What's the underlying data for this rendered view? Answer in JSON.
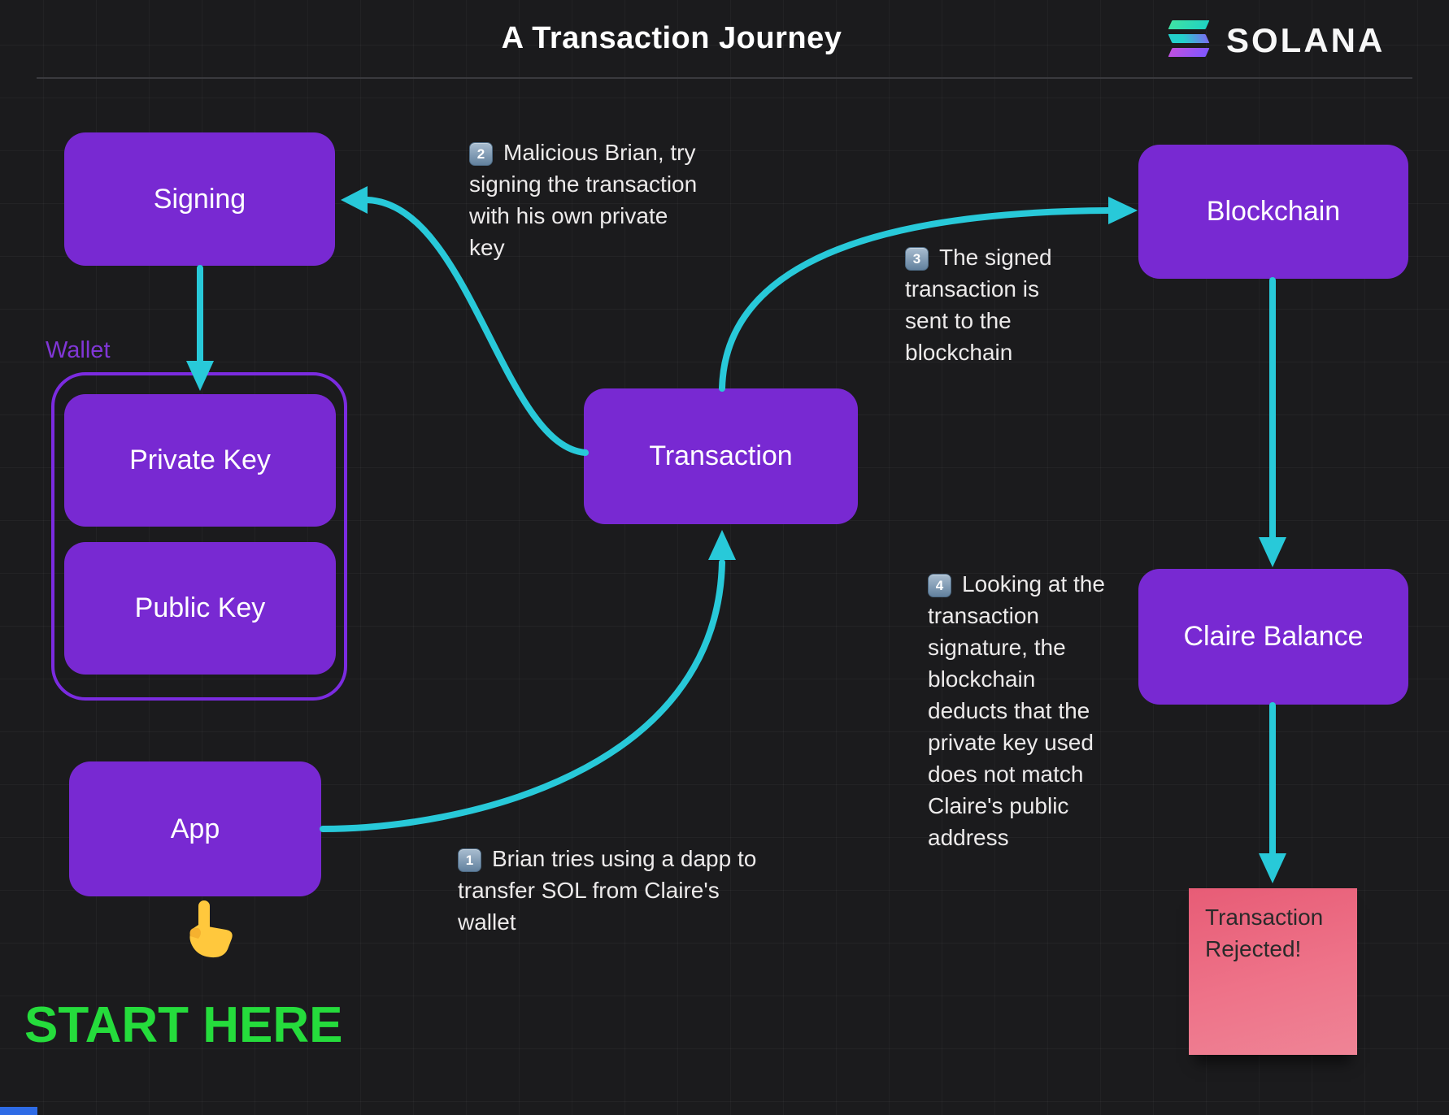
{
  "header": {
    "title": "A Transaction Journey",
    "brand": "SOLANA"
  },
  "nodes": {
    "signing": {
      "label": "Signing"
    },
    "wallet": {
      "label": "Wallet"
    },
    "private_key": {
      "label": "Private Key"
    },
    "public_key": {
      "label": "Public Key"
    },
    "app": {
      "label": "App"
    },
    "transaction": {
      "label": "Transaction"
    },
    "blockchain": {
      "label": "Blockchain"
    },
    "claire_balance": {
      "label": "Claire Balance"
    }
  },
  "steps": [
    {
      "number": "1",
      "text": "Brian tries using a dapp to\ntransfer SOL from Claire's\nwallet"
    },
    {
      "number": "2",
      "text": "Malicious Brian, try\nsigning the transaction\nwith his own private\nkey"
    },
    {
      "number": "3",
      "text": "The signed\ntransaction is\nsent to the\nblockchain"
    },
    {
      "number": "4",
      "text": "Looking at the\ntransaction\nsignature, the\nblockchain\ndeducts that the\nprivate key used\ndoes not match\nClaire's public\naddress"
    }
  ],
  "note": {
    "text": "Transaction\nRejected!"
  },
  "start_here": {
    "label": "START HERE"
  },
  "colors": {
    "accent_teal": "#28C9D9",
    "node_purple": "#7829D2",
    "wallet_outline": "#7B2BE0",
    "start_green": "#25DC3C",
    "note_pink": "#EC6B84",
    "background": "#1B1B1D"
  }
}
